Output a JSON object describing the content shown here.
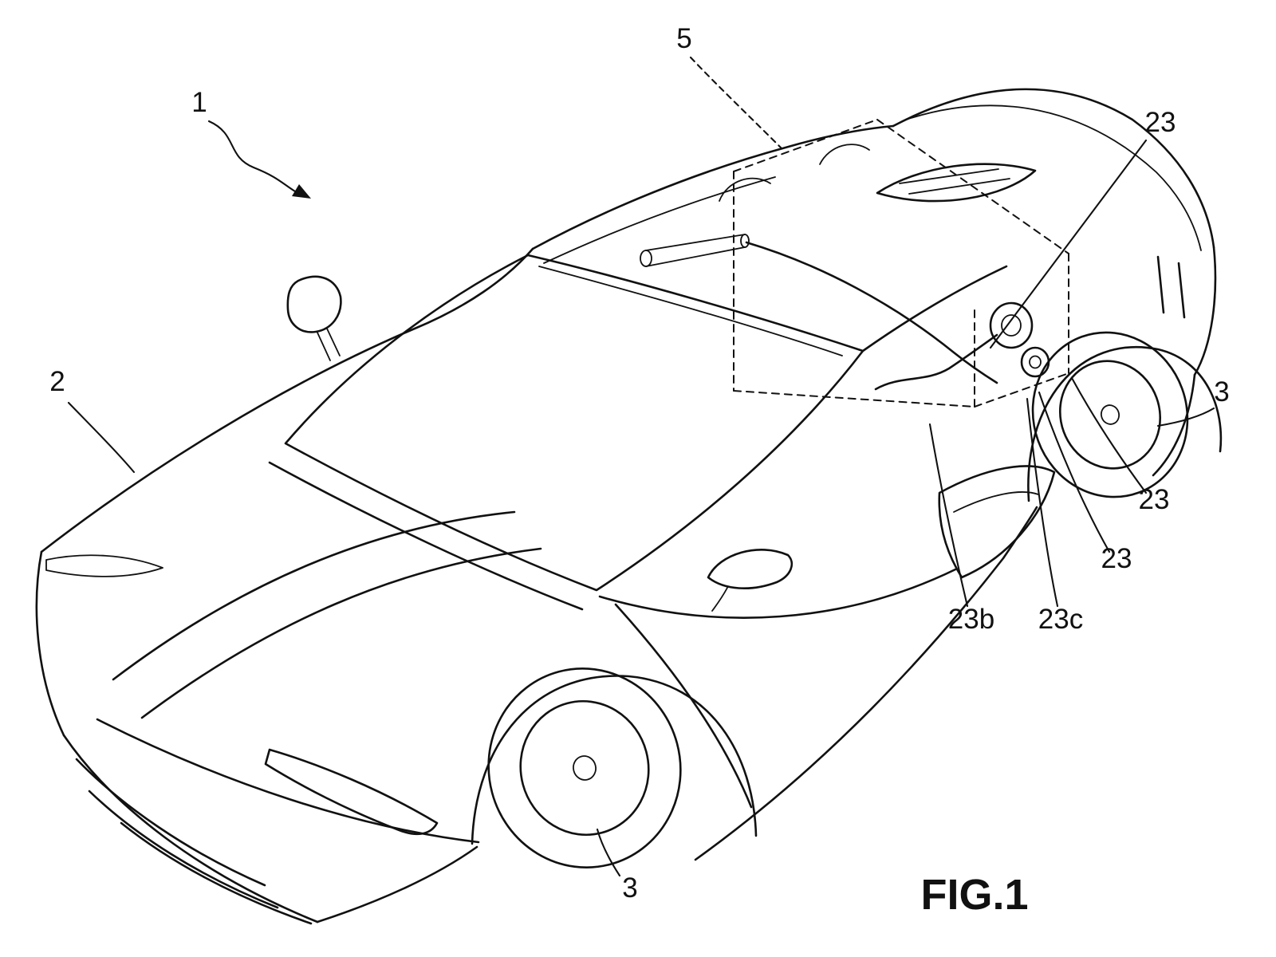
{
  "figure": {
    "caption": "FIG.1"
  },
  "colors": {
    "line": "#111111",
    "background": "#ffffff"
  },
  "reference_labels": [
    {
      "text": "1"
    },
    {
      "text": "2"
    },
    {
      "text": "3"
    },
    {
      "text": "3"
    },
    {
      "text": "5"
    },
    {
      "text": "23"
    },
    {
      "text": "23"
    },
    {
      "text": "23"
    },
    {
      "text": "23b"
    },
    {
      "text": "23c"
    }
  ]
}
